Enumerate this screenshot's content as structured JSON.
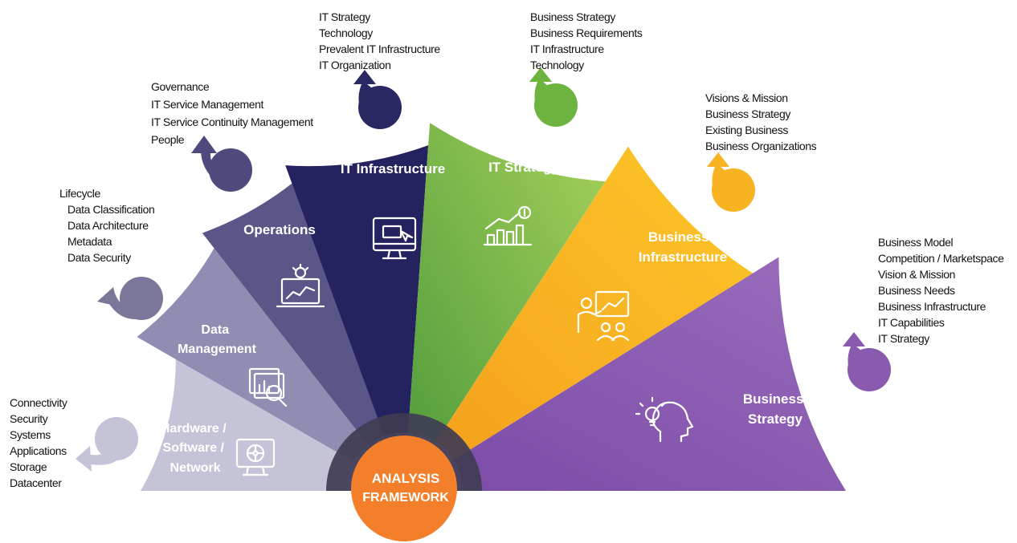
{
  "colors": {
    "hardware": "#c4c3d8",
    "data_management": "#8f8db2",
    "operations": "#5a5687",
    "it_infrastructure": "#25235f",
    "it_strategy": "#6fb440",
    "business_infrastructure": "#f6a91f",
    "business_strategy": "#8a5aae",
    "center": "#f47f2a"
  },
  "center": {
    "line1": "ANALYSIS",
    "line2": "FRAMEWORK"
  },
  "segments": {
    "hardware": {
      "lines": [
        "Hardware /",
        "Software /",
        "Network"
      ],
      "icon": "network-monitor-icon"
    },
    "data_management": {
      "lines": [
        "Data",
        "Management"
      ],
      "icon": "data-analysis-icon"
    },
    "operations": {
      "lines": [
        "Operations"
      ],
      "icon": "laptop-gear-icon"
    },
    "it_infrastructure": {
      "lines": [
        "IT Infrastructure"
      ],
      "icon": "monitor-cursor-icon"
    },
    "it_strategy": {
      "lines": [
        "IT Strategy"
      ],
      "icon": "growth-chart-dollar-icon"
    },
    "business_infrastructure": {
      "lines": [
        "Business",
        "Infrastructure"
      ],
      "icon": "presentation-team-icon"
    },
    "business_strategy": {
      "lines": [
        "Business",
        "Strategy"
      ],
      "icon": "head-lightbulb-icon"
    }
  },
  "lists": {
    "hardware": [
      "Connectivity",
      "Security",
      "Systems",
      "Applications",
      "Storage",
      "Datacenter"
    ],
    "data_management": [
      "Lifecycle",
      "Data Classification",
      "Data Architecture",
      "Metadata",
      "Data Security"
    ],
    "operations": [
      "Governance",
      "IT Service Management",
      "IT Service Continuity Management",
      "People"
    ],
    "it_infrastructure": [
      "IT Strategy",
      "Technology",
      "Prevalent IT Infrastructure",
      "IT Organization"
    ],
    "it_strategy": [
      "Business Strategy",
      "Business Requirements",
      "IT Infrastructure",
      "Technology"
    ],
    "business_infrastructure": [
      "Visions & Mission",
      "Business Strategy",
      "Existing Business",
      "Business Organizations"
    ],
    "business_strategy": [
      "Business Model",
      "Competition / Marketspace",
      "Vision & Mission",
      "Business Needs",
      "Business Infrastructure",
      "IT Capabilities",
      "IT Strategy"
    ]
  }
}
